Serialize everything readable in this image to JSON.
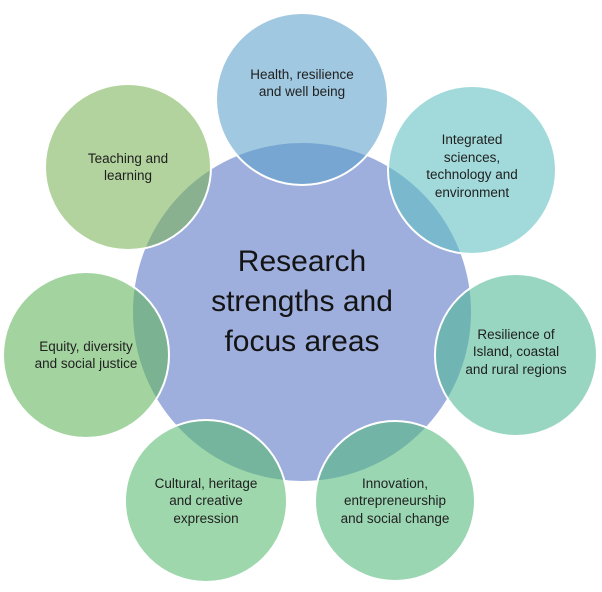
{
  "diagram": {
    "background_color": "#FFFFFF",
    "outline_color": "#FFFFFF",
    "text_color": "#1F1F1F",
    "node_fill_opacity": 0.58,
    "center": {
      "label": "Research strengths and focus areas",
      "lines": [
        "Research",
        "strengths and",
        "focus areas"
      ],
      "fill": "#9EAFDE"
    },
    "nodes": [
      {
        "id": "health",
        "position": "top",
        "label": "Health, resilience and well being",
        "lines": [
          "Health, resilience",
          "and well being"
        ],
        "fill": "#5BA0CA"
      },
      {
        "id": "integrated-sciences",
        "position": "top-right",
        "label": "Integrated sciences, technology and environment",
        "lines": [
          "Integrated",
          "sciences,",
          "technology and",
          "environment"
        ],
        "fill": "#5FBFC1"
      },
      {
        "id": "resilience-regions",
        "position": "right",
        "label": "Resilience of Island, coastal and rural regions",
        "lines": [
          "Resilience of",
          "Island, coastal",
          "and rural regions"
        ],
        "fill": "#4FB894"
      },
      {
        "id": "innovation",
        "position": "bottom-right",
        "label": "Innovation, entrepreneurship and social change",
        "lines": [
          "Innovation,",
          "entrepreneurship",
          "and social change"
        ],
        "fill": "#53B87C"
      },
      {
        "id": "cultural",
        "position": "bottom-left",
        "label": "Cultural, heritage and creative expression",
        "lines": [
          "Cultural, heritage",
          "and creative",
          "expression"
        ],
        "fill": "#58BA70"
      },
      {
        "id": "equity",
        "position": "left",
        "label": "Equity, diversity and social justice",
        "lines": [
          "Equity, diversity",
          "and social justice"
        ],
        "fill": "#60B55B"
      },
      {
        "id": "teaching",
        "position": "top-left",
        "label": "Teaching and learning",
        "lines": [
          "Teaching and",
          "learning"
        ],
        "fill": "#7AB358"
      }
    ]
  }
}
